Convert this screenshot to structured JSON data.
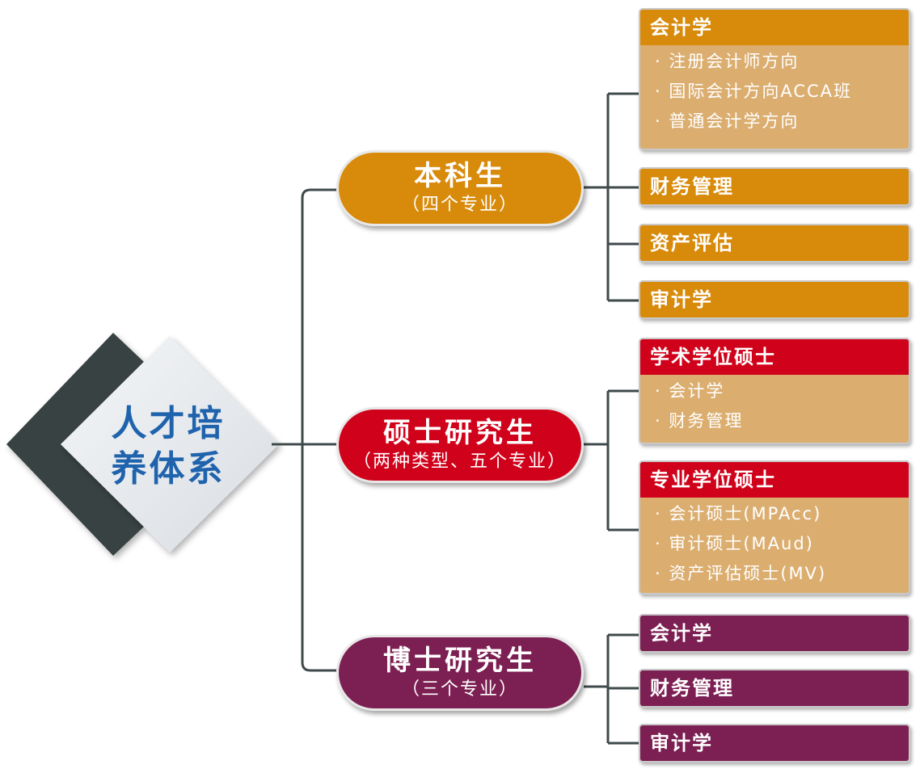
{
  "root": {
    "line1": "人才培",
    "line2": "养体系"
  },
  "colors": {
    "undergrad": "#d88a0a",
    "master": "#d0021b",
    "doctoral": "#7c1f52",
    "detail_bg": "#dbae70",
    "root_text": "#1f63ad"
  },
  "undergrad": {
    "title": "本科生",
    "subtitle": "（四个专业）",
    "majors": [
      {
        "name": "会计学",
        "items": [
          "注册会计师方向",
          "国际会计方向ACCA班",
          "普通会计学方向"
        ]
      },
      {
        "name": "财务管理"
      },
      {
        "name": "资产评估"
      },
      {
        "name": "审计学"
      }
    ]
  },
  "master": {
    "title": "硕士研究生",
    "subtitle": "（两种类型、五个专业）",
    "types": [
      {
        "name": "学术学位硕士",
        "items": [
          "会计学",
          "财务管理"
        ]
      },
      {
        "name": "专业学位硕士",
        "items": [
          "会计硕士(MPAcc)",
          "审计硕士(MAud)",
          "资产评估硕士(MV)"
        ]
      }
    ]
  },
  "doctoral": {
    "title": "博士研究生",
    "subtitle": "（三个专业）",
    "majors": [
      {
        "name": "会计学"
      },
      {
        "name": "财务管理"
      },
      {
        "name": "审计学"
      }
    ]
  }
}
